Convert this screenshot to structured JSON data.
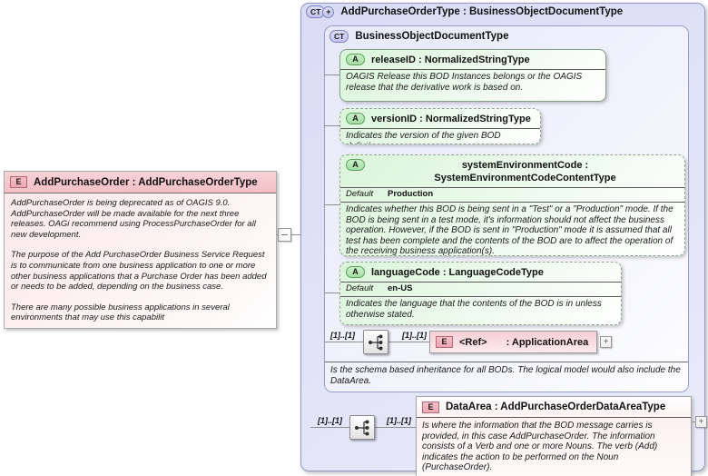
{
  "controls": {
    "expand": "+",
    "collapse": ""
  },
  "root_element": {
    "badge": "E",
    "title": "AddPurchaseOrder : AddPurchaseOrderType",
    "description": [
      "AddPurchaseOrder is being deprecated as of OAGIS 9.0. AddPurchaseOrder will be made available for the next three releases. OAGi recommend using ProcessPurchaseOrder for all new development.",
      "The purpose of the Add PurchaseOrder Business Service Request is to communicate from one business application to one or more other business applications that a Purchase Order has been added or needs to be added, depending on the business case.",
      "There are many possible business applications in several environments that may use this capabilit"
    ]
  },
  "type_panel": {
    "badge": "CT",
    "badge_plus": "+",
    "title": "AddPurchaseOrderType : BusinessObjectDocumentType",
    "base_type": {
      "badge": "CT",
      "title": "BusinessObjectDocumentType",
      "attributes": [
        {
          "badge": "A",
          "name": "releaseID : NormalizedStringType",
          "description": "OAGIS Release this BOD Instances belongs or the OAGIS release that the derivative work is based on."
        },
        {
          "badge": "A",
          "name": "versionID : NormalizedStringType",
          "description": "Indicates the version of the given BOD defintion."
        },
        {
          "badge": "A",
          "name": "systemEnvironmentCode : SystemEnvironmentCodeContentType",
          "default_label": "Default",
          "default_value": "Production",
          "description": "Indicates whether this BOD is being sent in a \"Test\" or a \"Production\" mode. If the BOD is being sent in a test mode, it's information should not affect the business operation. However, if the BOD is sent in \"Production\" mode it is assumed that all test has been complete and the contents of the BOD are to affect the operation of the receiving business application(s)."
        },
        {
          "badge": "A",
          "name": "languageCode : LanguageCodeType",
          "default_label": "Default",
          "default_value": "en-US",
          "description": "Indicates the language that the contents of the BOD is in unless otherwise stated."
        }
      ],
      "sequence": {
        "cardinality_left": "[1]..[1]",
        "cardinality_right": "[1]..[1]",
        "element": {
          "badge": "E",
          "ref_label": "<Ref>",
          "type_label": ": ApplicationArea"
        }
      },
      "note": "Is the schema based inheritance for all BODs. The logical model would also include the DataArea."
    },
    "data_area": {
      "cardinality_left": "[1]..[1]",
      "cardinality_right": "[1]..[1]",
      "element": {
        "badge": "E",
        "title": "DataArea : AddPurchaseOrderDataAreaType",
        "description": "Is where the information that the BOD message carries is provided, in this case AddPurchaseOrder. The information consists of a Verb and one or more Nouns. The verb (Add) indicates the action to be performed on the Noun (PurchaseOrder)."
      }
    }
  }
}
